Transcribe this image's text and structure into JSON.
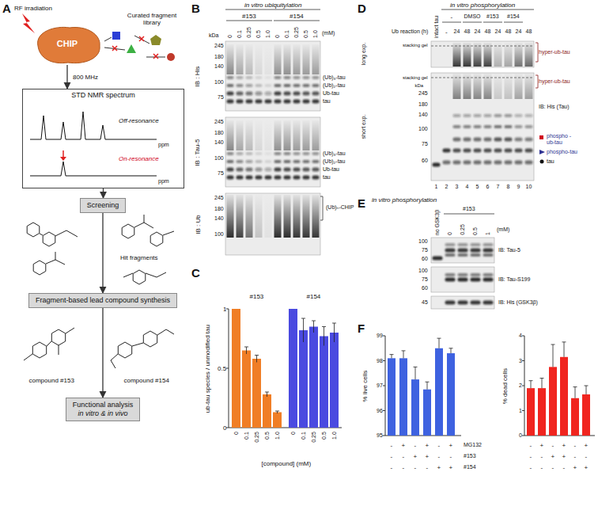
{
  "diagram": {
    "nodes": [
      {
        "text": [
          "CHIP"
        ]
      },
      {
        "text": [
          "STD NMR spectrum"
        ]
      },
      {
        "text": [
          "Screening"
        ]
      },
      {
        "text": [
          "Fragment-based lead compound synthesis"
        ]
      },
      {
        "text": [
          "Functional analysis",
          "in vitro & in vivo"
        ]
      }
    ],
    "edges": [
      {
        "from": 0,
        "to": 1,
        "arrow": "to",
        "label": "800 MHz"
      },
      {
        "from": 1,
        "to": 2,
        "arrow": "to"
      },
      {
        "from": 2,
        "to": 3,
        "arrow": "to"
      },
      {
        "from": 3,
        "to": 4,
        "arrow": "to"
      }
    ],
    "labels": [
      "A",
      "RF irradiation",
      "Curated fragment library",
      "Off-resonance",
      "ppm",
      "On-resonance",
      "ppm",
      "Hit fragments",
      "compound #153",
      "compound #154",
      "B",
      "in vitro ubiquitylation",
      "#153",
      "#154",
      "0",
      "0.1",
      "0.25",
      "0.5",
      "1.0",
      "0",
      "0.1",
      "0.25",
      "0.5",
      "1.0",
      "(mM)",
      "kDa",
      "245",
      "180",
      "140",
      "100",
      "75",
      "IB : His",
      "(Ub)₃-tau",
      "(Ub)₂-tau",
      "Ub-tau",
      "tau",
      "245",
      "180",
      "140",
      "100",
      "75",
      "IB : Tau-5",
      "(Ub)₃-tau",
      "(Ub)₂-tau",
      "Ub-tau",
      "tau",
      "245",
      "180",
      "140",
      "100",
      "IB : Ub",
      "(Ub)ₙ-CHIP",
      "C",
      "0",
      "0.5",
      "1",
      "ub-tau species / unmodified tau",
      "#153",
      "#154",
      "0",
      "0.1",
      "0.25",
      "0.5",
      "1.0",
      "0",
      "0.1",
      "0.25",
      "0.5",
      "1.0",
      "[compound] (mM)",
      "D",
      "in vitro phosphorylation",
      "intact tau",
      "-",
      "DMSO",
      "#153",
      "#154",
      "Ub reaction (h)",
      "-",
      "24",
      "48",
      "24",
      "48",
      "24",
      "48",
      "24",
      "48",
      "long exp.",
      "stacking gel",
      "hyper-ub-tau",
      "short exp.",
      "stacking gel",
      "hyper-ub-tau",
      "kDa",
      "245",
      "180",
      "140",
      "100",
      "75",
      "60",
      "IB: His (Tau)",
      "phospho -ub-tau",
      "phospho-tau",
      "tau",
      "1",
      "2",
      "3",
      "4",
      "5",
      "6",
      "7",
      "8",
      "9",
      "10",
      "E",
      "in vitro phosphorylation",
      "no GSK3β",
      "#153",
      "0",
      "0.25",
      "0.5",
      "1",
      "(mM)",
      "100",
      "75",
      "60",
      "IB: Tau-5",
      "100",
      "75",
      "60",
      "IB: Tau-S199",
      "45",
      "IB: His (GSK3β)",
      "F",
      "95",
      "96",
      "97",
      "98",
      "99",
      "% live cells",
      "-",
      "+",
      "-",
      "+",
      "-",
      "+",
      "MG132",
      "-",
      "-",
      "+",
      "+",
      "-",
      "-",
      "#153",
      "-",
      "-",
      "-",
      "-",
      "+",
      "+",
      "#154",
      "0",
      "1",
      "2",
      "3",
      "4",
      "% dead cells",
      "-",
      "+",
      "-",
      "+",
      "-",
      "+",
      "-",
      "-",
      "+",
      "+",
      "-",
      "-",
      "-",
      "-",
      "-",
      "-",
      "+",
      "+"
    ]
  }
}
